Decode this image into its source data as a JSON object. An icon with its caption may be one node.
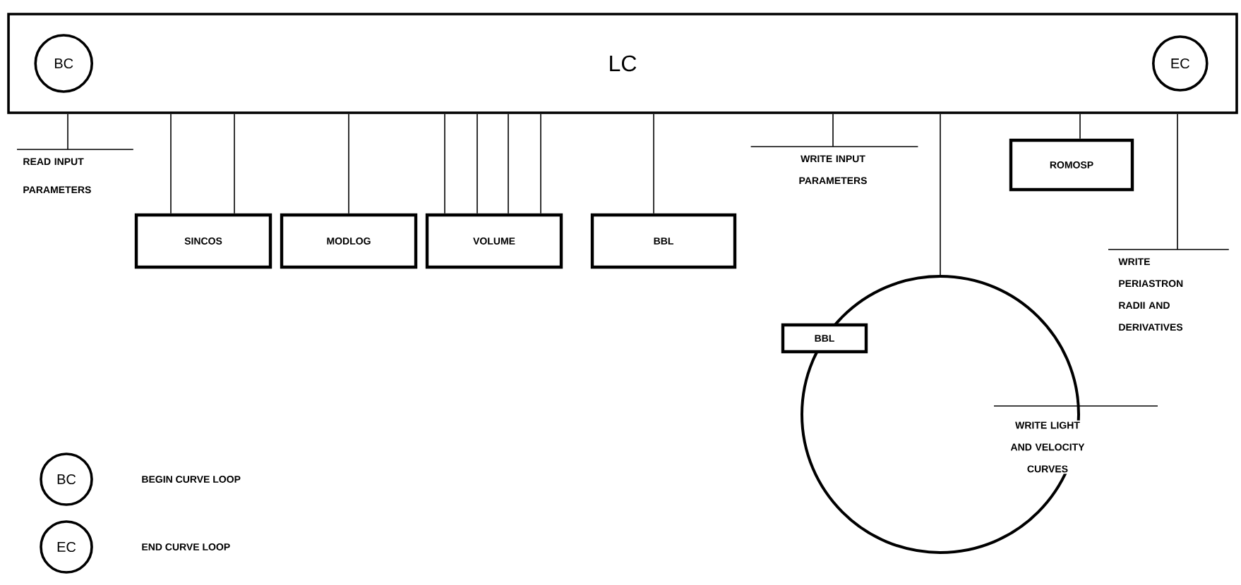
{
  "diagram": {
    "nodes": [
      {
        "text": [
          "LC"
        ]
      },
      {
        "text": [
          "BC"
        ],
        "in": 0
      },
      {
        "text": [
          "EC"
        ],
        "in": 0
      },
      {
        "text": [
          "READ INPUT PARAMETERS"
        ]
      },
      {
        "text": [
          "SINCOS"
        ]
      },
      {
        "text": [
          "MODLOG"
        ]
      },
      {
        "text": [
          "VOLUME"
        ]
      },
      {
        "text": [
          "BBL"
        ]
      },
      {
        "text": [
          "WRITE INPUT PARAMETERS"
        ]
      },
      {
        "text": [
          "ROMOSP"
        ]
      },
      {
        "text": [
          "WRITE PERIASTRON RADII AND DERIVATIVES"
        ]
      },
      {
        "text": [],
        "shape": "circle"
      },
      {
        "text": [
          "BBL"
        ]
      },
      {
        "text": [
          "BC"
        ]
      },
      {
        "text": [
          "EC"
        ]
      }
    ],
    "edges": [
      {
        "from": 0,
        "to": 3,
        "arrow": "none"
      },
      {
        "from": 0,
        "to": 4,
        "arrow": "none"
      },
      {
        "from": 0,
        "to": 4,
        "arrow": "none"
      },
      {
        "from": 0,
        "to": 5,
        "arrow": "none"
      },
      {
        "from": 0,
        "to": 6,
        "arrow": "none"
      },
      {
        "from": 0,
        "to": 6,
        "arrow": "none"
      },
      {
        "from": 0,
        "to": 6,
        "arrow": "none"
      },
      {
        "from": 0,
        "to": 6,
        "arrow": "none"
      },
      {
        "from": 0,
        "to": 7,
        "arrow": "none"
      },
      {
        "from": 0,
        "to": 8,
        "arrow": "none"
      },
      {
        "from": 0,
        "to": 11,
        "arrow": "none"
      },
      {
        "from": 0,
        "to": 9,
        "arrow": "none"
      },
      {
        "from": 0,
        "to": 10,
        "arrow": "none"
      }
    ],
    "labels": [
      "WRITE LIGHT AND VELOCITY CURVES",
      "BEGIN CURVE LOOP",
      "END CURVE LOOP"
    ]
  }
}
